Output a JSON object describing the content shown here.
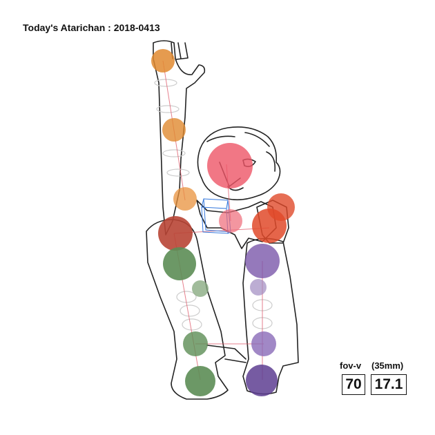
{
  "title": "Today's Atarichan : 2018-0413",
  "fov": {
    "label": "fov-v",
    "lens_label": "(35mm)",
    "value": "70",
    "focal_value": "17.1"
  },
  "colors": {
    "outline": "#222222",
    "guide_line": "#e06070",
    "camera_box": "#3377dd",
    "ring": "#cccccc",
    "arm_right": "#e08a30",
    "head": "#ee5566",
    "arm_left": "#e04a2a",
    "hip": "#b84535",
    "leg_right": "#5c8d55",
    "leg_left": "#7a58aa"
  }
}
